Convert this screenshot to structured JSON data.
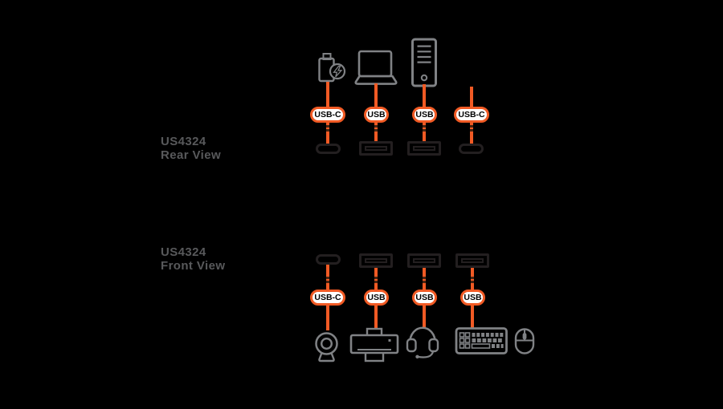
{
  "colors": {
    "background": "#000000",
    "accent_orange": "#F15A24",
    "device_gray": "#808285",
    "label_gray": "#58595B",
    "port_black": "#231F20",
    "pill_bg": "#FFFFFF",
    "pill_text": "#000000",
    "break_mark": "#4A2410"
  },
  "rear_view": {
    "title_line1": "US4324",
    "title_line2": "Rear View",
    "columns": [
      {
        "connector_label": "USB-C",
        "device": "usb-c-power-adapter",
        "port": "usb-c"
      },
      {
        "connector_label": "USB",
        "device": "laptop",
        "port": "usb-a"
      },
      {
        "connector_label": "USB",
        "device": "desktop-pc",
        "port": "usb-a"
      },
      {
        "connector_label": "USB-C",
        "device": "none",
        "port": "usb-c"
      }
    ]
  },
  "front_view": {
    "title_line1": "US4324",
    "title_line2": "Front View",
    "columns": [
      {
        "connector_label": "USB-C",
        "device": "webcam",
        "port": "usb-c"
      },
      {
        "connector_label": "USB",
        "device": "printer",
        "port": "usb-a"
      },
      {
        "connector_label": "USB",
        "device": "headset",
        "port": "usb-a"
      },
      {
        "connector_label": "USB",
        "device": "keyboard-and-mouse",
        "port": "usb-a"
      }
    ]
  }
}
